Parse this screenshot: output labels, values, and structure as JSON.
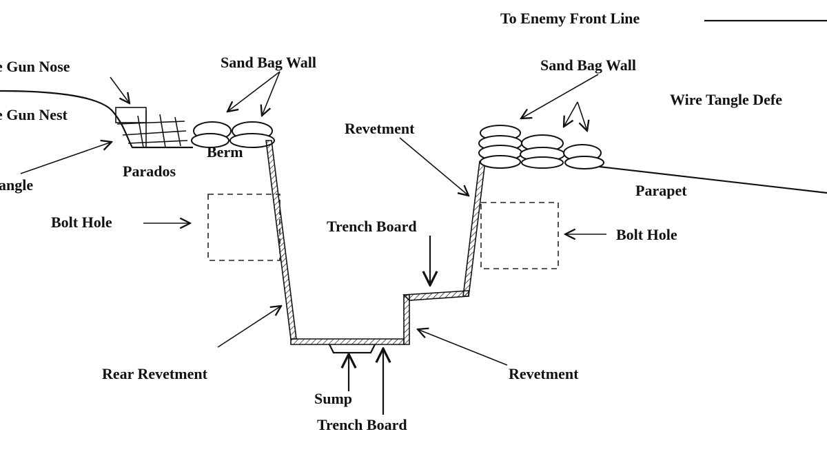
{
  "labels": {
    "to_enemy_front_line": "To Enemy Front Line",
    "gun_nose": "e Gun Nose",
    "gun_nest": "e Gun Nest",
    "tangle_left": "angle",
    "parados": "Parados",
    "berm": "Berm",
    "sand_bag_wall_left": "Sand Bag Wall",
    "sand_bag_wall_right": "Sand Bag Wall",
    "wire_tangle_defence": "Wire Tangle Defe",
    "revetment_upper": "Revetment",
    "parapet": "Parapet",
    "bolt_hole_left": "Bolt Hole",
    "bolt_hole_right": "Bolt Hole",
    "trench_board_upper": "Trench Board",
    "rear_revetment": "Rear Revetment",
    "revetment_lower": "Revetment",
    "sump": "Sump",
    "trench_board_lower": "Trench Board"
  },
  "colors": {
    "ink": "#111111",
    "background": "#ffffff"
  }
}
